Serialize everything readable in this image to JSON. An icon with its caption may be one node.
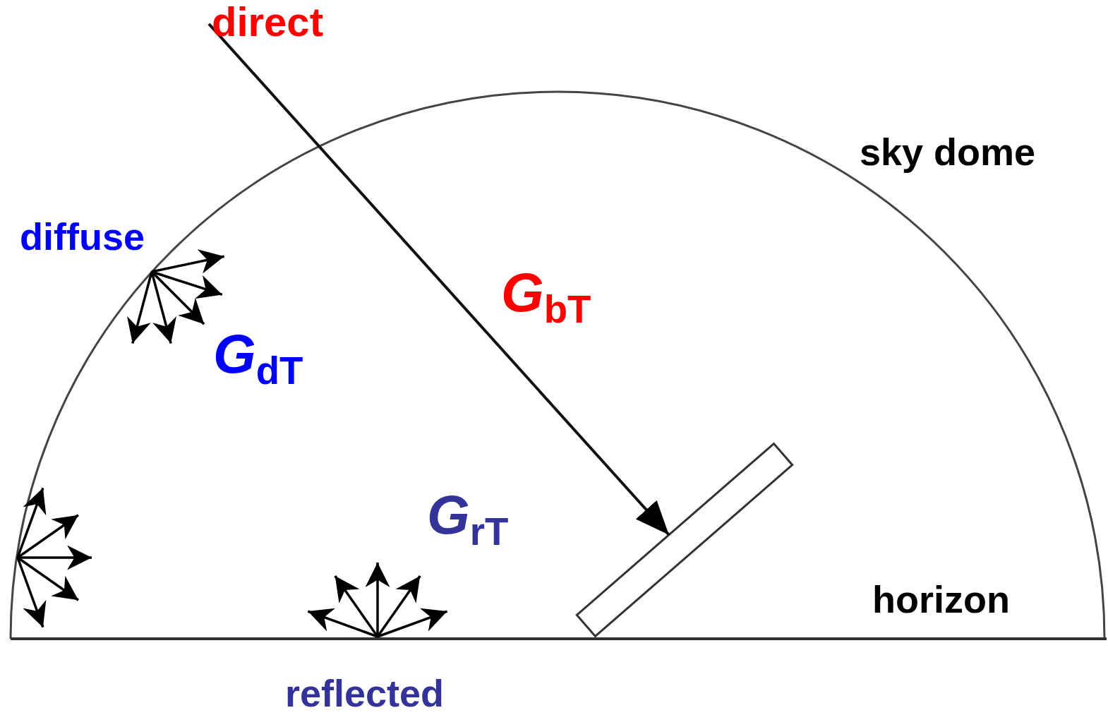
{
  "diagram": {
    "nodes": [
      {
        "text": [
          "direct"
        ]
      },
      {
        "text": [],
        "shape": "bar"
      }
    ],
    "edges": [
      {
        "from": 0,
        "to": 1,
        "arrow": "to"
      }
    ],
    "labels": [
      "sky dome",
      "diffuse",
      "*G*$_{bT}$",
      "*G*$_{dT}$",
      "*G*$_{rT}$",
      "horizon",
      "reflected"
    ]
  }
}
